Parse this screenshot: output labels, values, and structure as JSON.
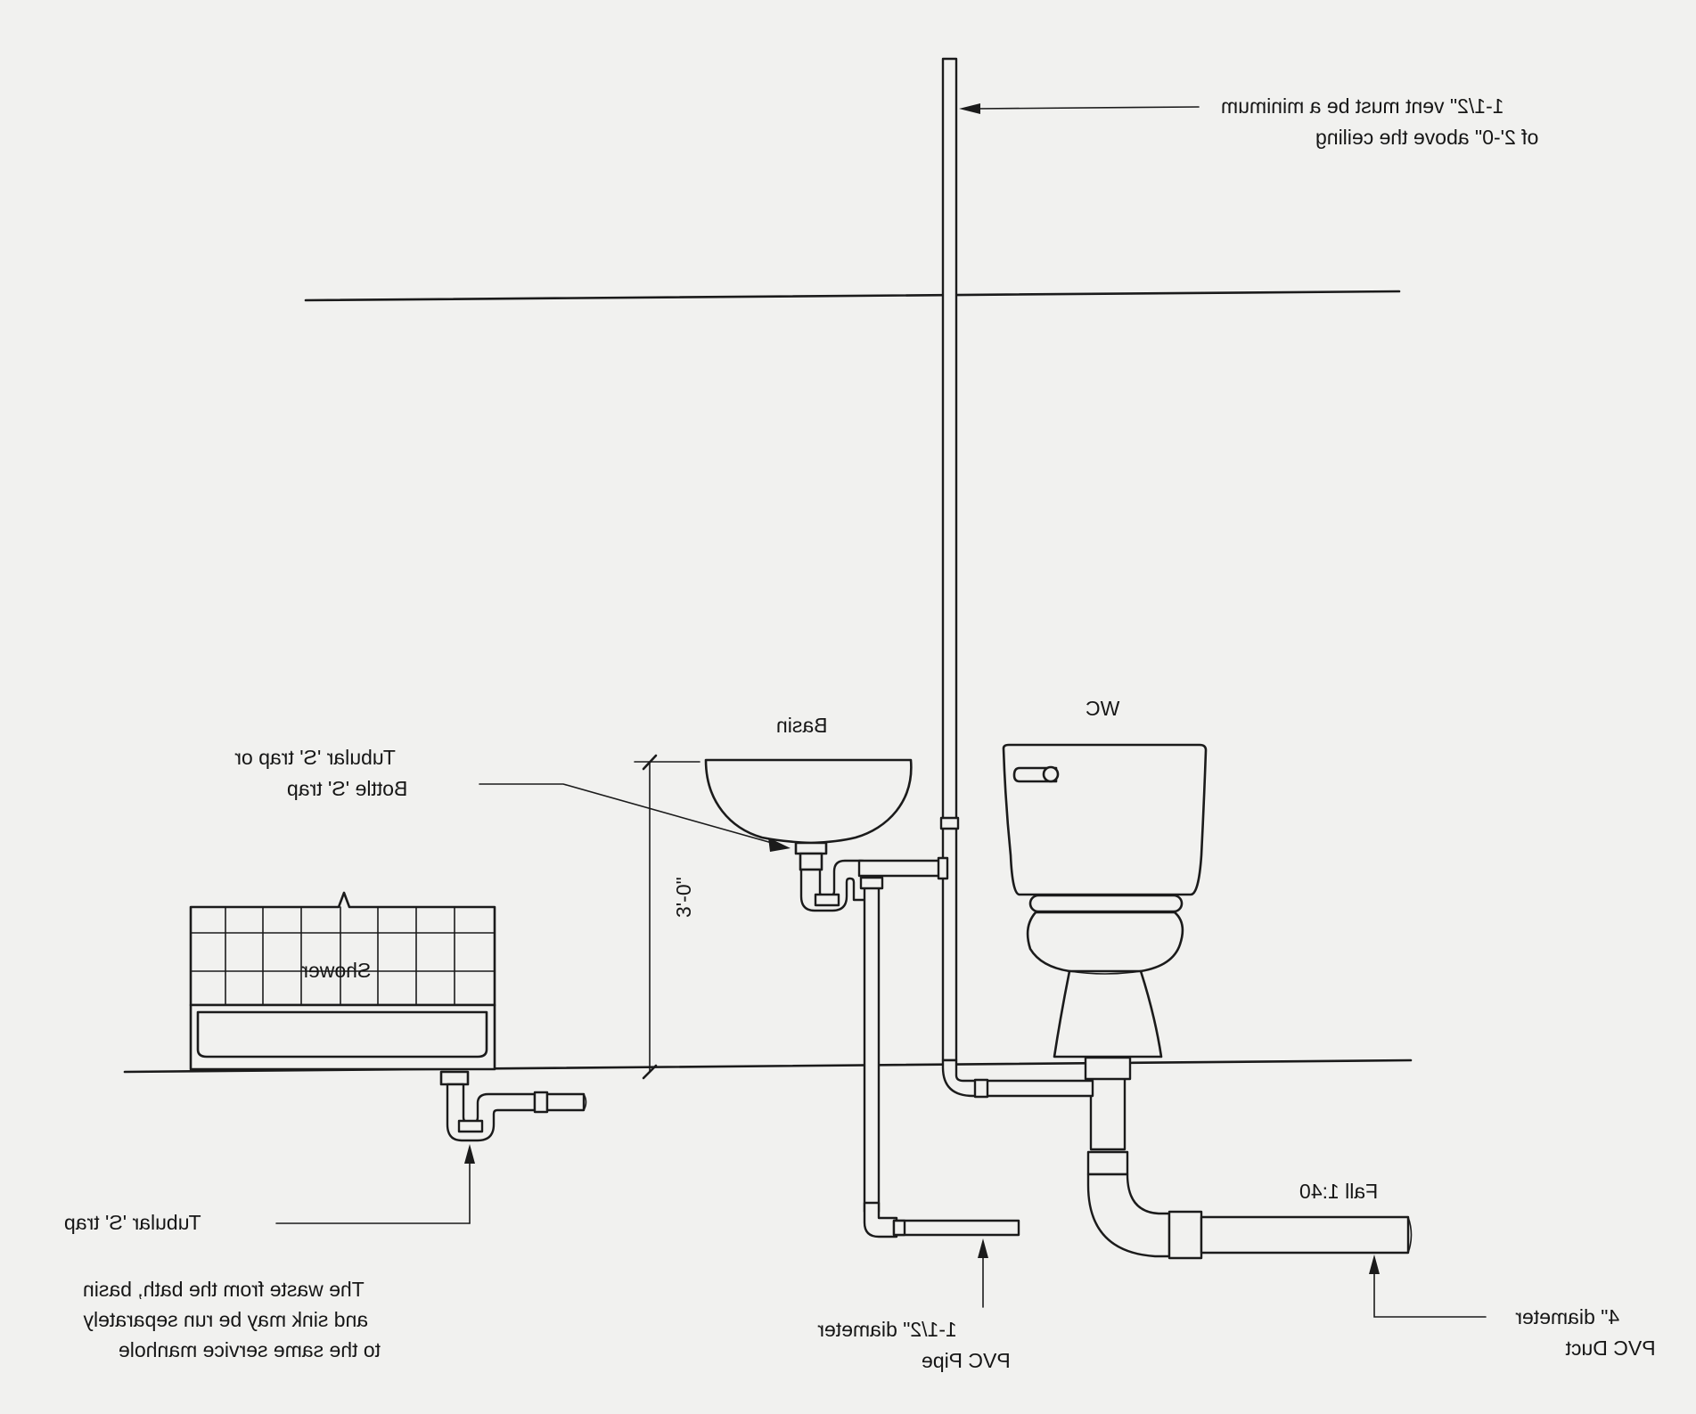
{
  "labels": {
    "vent": [
      "1-1/2\" vent must be a minimum",
      "of 2'-0\" above the ceiling"
    ],
    "basin": "Basin",
    "wc": "WC",
    "s_trap_basin": [
      "Tubular 'S' trap or",
      "Bottle 'S' trap"
    ],
    "shower": "Shower",
    "dimension": "3'-0\"",
    "s_trap_shower": "Tubular 'S' trap",
    "waste_note": [
      "The waste from the bath, basin",
      "and sink may be run separately",
      "to the same service manhole"
    ],
    "pipe_small": [
      "1-1/2\" diameter",
      "PVC Pipe"
    ],
    "pipe_large": [
      "4\" diameter",
      "PVC Duct"
    ],
    "fall": "Fall 1:40"
  },
  "colors": {
    "ink": "#1b1b1b",
    "paper": "#f1f1ef"
  }
}
